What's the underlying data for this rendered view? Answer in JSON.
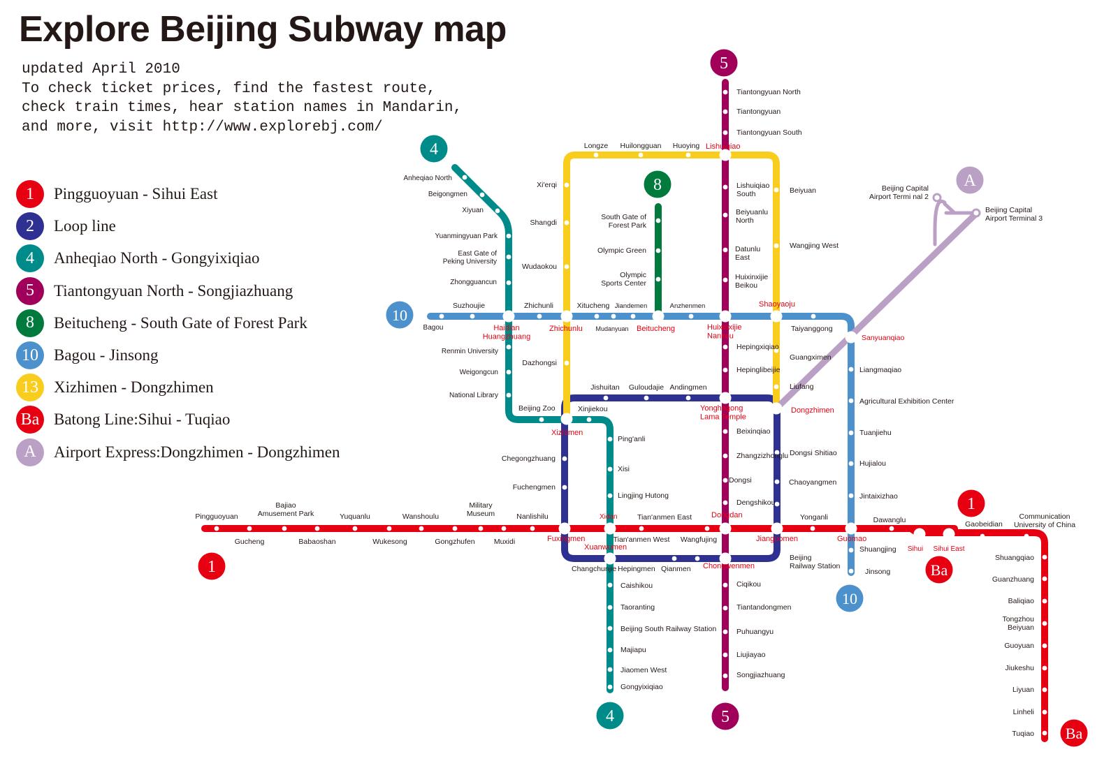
{
  "title": "Explore Beijing Subway map",
  "subtitle_lines": [
    "updated April 2010",
    "To check ticket prices, find the fastest route,",
    "check train times, hear station names in Mandarin,",
    "and more, visit http://www.explorebj.com/"
  ],
  "colors": {
    "line_1": "#e60012",
    "line_2": "#2e3192",
    "line_4": "#008b8b",
    "line_5": "#a0005a",
    "line_8": "#007a3d",
    "line_10": "#4d91cc",
    "line_13": "#f9cd1d",
    "line_batong": "#e60012",
    "line_airport": "#b9a0c4",
    "transfer_label": "#e60012",
    "text": "#231815"
  },
  "legend": [
    {
      "badge": "1",
      "line": "line_1",
      "label": "Pingguoyuan - Sihui East"
    },
    {
      "badge": "2",
      "line": "line_2",
      "label": "Loop line"
    },
    {
      "badge": "4",
      "line": "line_4",
      "label": "Anheqiao North - Gongyixiqiao"
    },
    {
      "badge": "5",
      "line": "line_5",
      "label": "Tiantongyuan North - Songjiazhuang"
    },
    {
      "badge": "8",
      "line": "line_8",
      "label": "Beitucheng - South Gate of Forest Park"
    },
    {
      "badge": "10",
      "line": "line_10",
      "label": "Bagou - Jinsong"
    },
    {
      "badge": "13",
      "line": "line_13",
      "label": "Xizhimen - Dongzhimen"
    },
    {
      "badge": "Ba",
      "line": "line_batong",
      "label": "Batong Line:Sihui - Tuqiao"
    },
    {
      "badge": "A",
      "line": "line_airport",
      "label": "Airport Express:Dongzhimen - Dongzhimen"
    }
  ],
  "badges": [
    {
      "text": "5",
      "line": "line_5",
      "id": "line-5-north-terminal"
    },
    {
      "text": "4",
      "line": "line_4",
      "id": "line-4-north-terminal"
    },
    {
      "text": "8",
      "line": "line_8",
      "id": "line-8-terminal"
    },
    {
      "text": "A",
      "line": "line_airport",
      "id": "airport-express-terminal"
    },
    {
      "text": "10",
      "line": "line_10",
      "id": "line-10-west-terminal"
    },
    {
      "text": "1",
      "line": "line_1",
      "id": "line-1-west-terminal"
    },
    {
      "text": "1",
      "line": "line_1",
      "id": "line-1-east-terminal"
    },
    {
      "text": "Ba",
      "line": "line_batong",
      "id": "batong-north-terminal"
    },
    {
      "text": "10",
      "line": "line_10",
      "id": "line-10-south-terminal"
    },
    {
      "text": "4",
      "line": "line_4",
      "id": "line-4-south-terminal"
    },
    {
      "text": "5",
      "line": "line_5",
      "id": "line-5-south-terminal"
    },
    {
      "text": "Ba",
      "line": "line_batong",
      "id": "batong-south-terminal"
    }
  ],
  "station_labels": [
    {
      "text": "Tiantongyuan North"
    },
    {
      "text": "Tiantongyuan"
    },
    {
      "text": "Tiantongyuan South"
    },
    {
      "text": "Lishuiqiao",
      "transfer": true
    },
    {
      "text": "Lishuiqiao South"
    },
    {
      "text": "Beiyuanlu North"
    },
    {
      "text": "Datunlu East"
    },
    {
      "text": "Huixinxijie Beikou"
    },
    {
      "text": "Huixinxijie Nankou",
      "transfer": true
    },
    {
      "text": "Hepingxiqiao"
    },
    {
      "text": "Hepinglibeijie"
    },
    {
      "text": "Yonghegong Lama Temple",
      "transfer": true
    },
    {
      "text": "Beixinqiao"
    },
    {
      "text": "Zhangzizhonglu"
    },
    {
      "text": "Dongsi"
    },
    {
      "text": "Dengshikou"
    },
    {
      "text": "Dongdan",
      "transfer": true
    },
    {
      "text": "Chongwenmen",
      "transfer": true
    },
    {
      "text": "Ciqikou"
    },
    {
      "text": "Tiantandongmen"
    },
    {
      "text": "Puhuangyu"
    },
    {
      "text": "Liujiayao"
    },
    {
      "text": "Songjiazhuang"
    },
    {
      "text": "Longze"
    },
    {
      "text": "Huilongguan"
    },
    {
      "text": "Huoying"
    },
    {
      "text": "Xi'erqi"
    },
    {
      "text": "Shangdi"
    },
    {
      "text": "Wudaokou"
    },
    {
      "text": "Zhichunlu",
      "transfer": true
    },
    {
      "text": "Dazhongsi"
    },
    {
      "text": "Beiyuan"
    },
    {
      "text": "Wangjing West"
    },
    {
      "text": "Shaoyaoju",
      "transfer": true
    },
    {
      "text": "Guangximen"
    },
    {
      "text": "Liufang"
    },
    {
      "text": "Dongzhimen",
      "transfer": true
    },
    {
      "text": "Anheqiao North"
    },
    {
      "text": "Beigongmen"
    },
    {
      "text": "Xiyuan"
    },
    {
      "text": "Yuanmingyuan Park"
    },
    {
      "text": "East Gate of Peking University"
    },
    {
      "text": "Zhongguancun"
    },
    {
      "text": "Haidian Huangzhuang",
      "transfer": true
    },
    {
      "text": "Renmin University"
    },
    {
      "text": "Weigongcun"
    },
    {
      "text": "National Library"
    },
    {
      "text": "Beijing Zoo"
    },
    {
      "text": "Xizhimen",
      "transfer": true
    },
    {
      "text": "Xinjiekou"
    },
    {
      "text": "Ping'anli"
    },
    {
      "text": "Xisi"
    },
    {
      "text": "Lingjing Hutong"
    },
    {
      "text": "Xidan",
      "transfer": true
    },
    {
      "text": "Xuanwumen",
      "transfer": true
    },
    {
      "text": "Caishikou"
    },
    {
      "text": "Taoranting"
    },
    {
      "text": "Beijing South Railway Station"
    },
    {
      "text": "Majiapu"
    },
    {
      "text": "Jiaomen West"
    },
    {
      "text": "Gongyixiqiao"
    },
    {
      "text": "South Gate of Forest Park"
    },
    {
      "text": "Olympic Green"
    },
    {
      "text": "Olympic Sports Center"
    },
    {
      "text": "Beitucheng",
      "transfer": true
    },
    {
      "text": "Bagou"
    },
    {
      "text": "Suzhoujie"
    },
    {
      "text": "Zhichunli"
    },
    {
      "text": "Xitucheng"
    },
    {
      "text": "Jiandemen"
    },
    {
      "text": "Mudanyuan"
    },
    {
      "text": "Anzhenmen"
    },
    {
      "text": "Taiyanggong"
    },
    {
      "text": "Sanyuanqiao",
      "transfer": true
    },
    {
      "text": "Liangmaqiao"
    },
    {
      "text": "Agricultural Exhibition Center"
    },
    {
      "text": "Tuanjiehu"
    },
    {
      "text": "Hujialou"
    },
    {
      "text": "Jintaixizhao"
    },
    {
      "text": "Guomao",
      "transfer": true
    },
    {
      "text": "Shuangjing"
    },
    {
      "text": "Jinsong"
    },
    {
      "text": "Jishuitan"
    },
    {
      "text": "Guloudajie"
    },
    {
      "text": "Andingmen"
    },
    {
      "text": "Chegongzhuang"
    },
    {
      "text": "Fuchengmen"
    },
    {
      "text": "Fuxingmen",
      "transfer": true
    },
    {
      "text": "Changchunjie"
    },
    {
      "text": "Hepingmen"
    },
    {
      "text": "Qianmen"
    },
    {
      "text": "Jianguomen",
      "transfer": true
    },
    {
      "text": "Beijing Railway Station"
    },
    {
      "text": "Chaoyangmen"
    },
    {
      "text": "Dongsi Shitiao"
    },
    {
      "text": "Pingguoyuan"
    },
    {
      "text": "Gucheng"
    },
    {
      "text": "Bajiao Amusement Park"
    },
    {
      "text": "Babaoshan"
    },
    {
      "text": "Yuquanlu"
    },
    {
      "text": "Wukesong"
    },
    {
      "text": "Wanshoulu"
    },
    {
      "text": "Gongzhufen"
    },
    {
      "text": "Military Museum"
    },
    {
      "text": "Muxidi"
    },
    {
      "text": "Nanlishilu"
    },
    {
      "text": "Tian'anmen West"
    },
    {
      "text": "Tian'anmen East"
    },
    {
      "text": "Wangfujing"
    },
    {
      "text": "Yonganli"
    },
    {
      "text": "Dawanglu"
    },
    {
      "text": "Sihui",
      "transfer": true
    },
    {
      "text": "Sihui East",
      "transfer": true
    },
    {
      "text": "Gaobeidian"
    },
    {
      "text": "Communication University of China"
    },
    {
      "text": "Shuangqiao"
    },
    {
      "text": "Guanzhuang"
    },
    {
      "text": "Baliqiao"
    },
    {
      "text": "Tongzhou Beiyuan"
    },
    {
      "text": "Guoyuan"
    },
    {
      "text": "Jiukeshu"
    },
    {
      "text": "Liyuan"
    },
    {
      "text": "Linheli"
    },
    {
      "text": "Tuqiao"
    },
    {
      "text": "Beijing Capital Airport Termi nal 2"
    },
    {
      "text": "Beijing Capital Airport Terminal 3"
    }
  ]
}
